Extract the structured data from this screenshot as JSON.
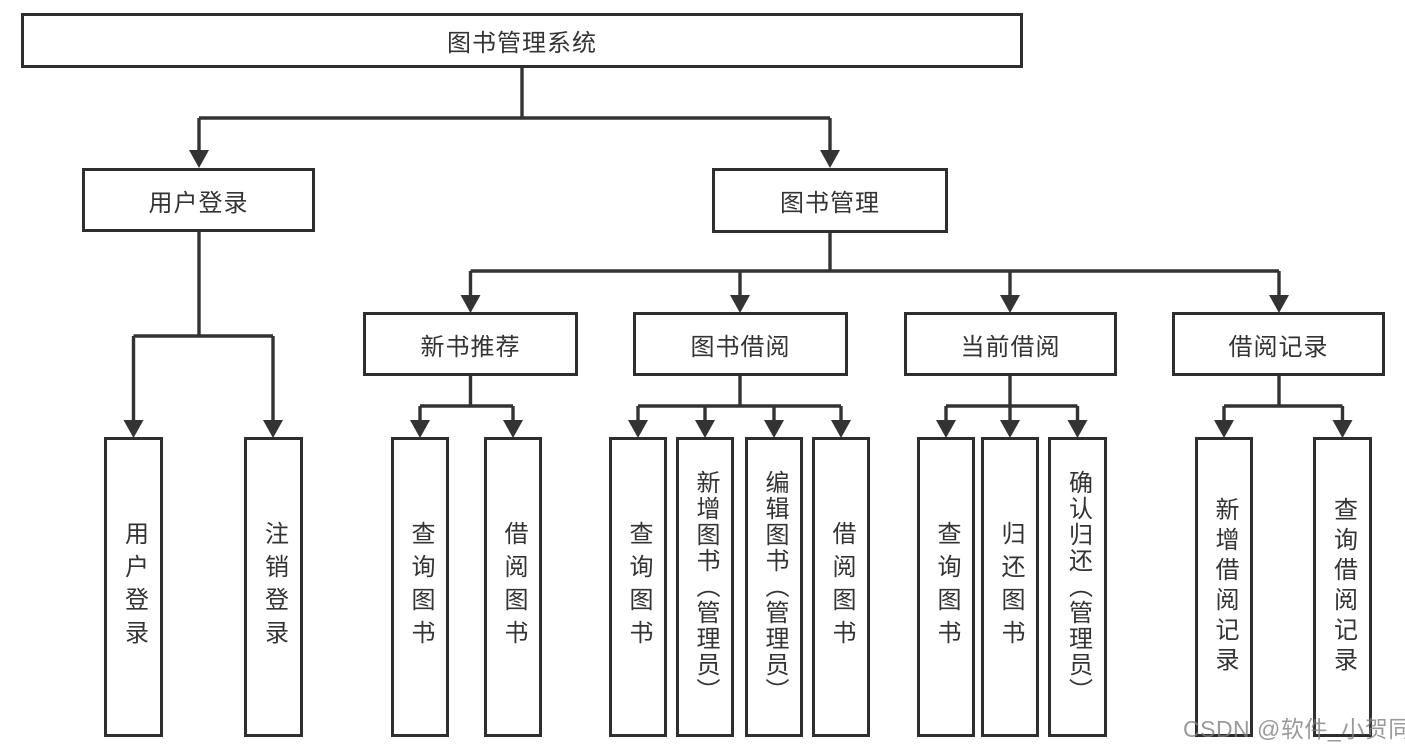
{
  "tree": {
    "root": {
      "label": "图书管理系统"
    },
    "branches": [
      {
        "label": "用户登录",
        "children": [
          {
            "label": "用户登录"
          },
          {
            "label": "注销登录"
          }
        ]
      },
      {
        "label": "图书管理",
        "children": [
          {
            "label": "新书推荐",
            "children": [
              {
                "label": "查询图书"
              },
              {
                "label": "借阅图书"
              }
            ]
          },
          {
            "label": "图书借阅",
            "children": [
              {
                "label": "查询图书"
              },
              {
                "label": "新增图书（管理员）"
              },
              {
                "label": "编辑图书（管理员）"
              },
              {
                "label": "借阅图书"
              }
            ]
          },
          {
            "label": "当前借阅",
            "children": [
              {
                "label": "查询图书"
              },
              {
                "label": "归还图书"
              },
              {
                "label": "确认归还（管理员）"
              }
            ]
          },
          {
            "label": "借阅记录",
            "children": [
              {
                "label": "新增借阅记录"
              },
              {
                "label": "查询借阅记录"
              }
            ]
          }
        ]
      }
    ]
  },
  "watermark": {
    "text": "CSDN @软件_小贺同学"
  },
  "colors": {
    "line": "#333333",
    "box_border": "#2e2e2e",
    "text": "#333333",
    "watermark": "#7d7d7d",
    "background": "#ffffff"
  }
}
